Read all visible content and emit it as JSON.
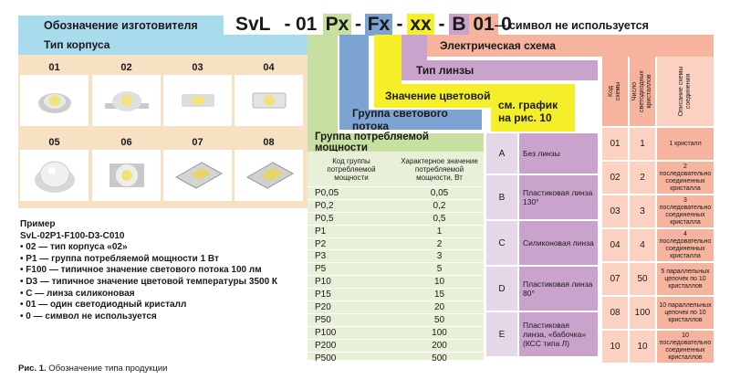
{
  "code": {
    "label": "Обозначение изготовителя",
    "parts": [
      "SvL",
      "-",
      "01",
      "Px",
      "-",
      "Fx",
      "-",
      "xx",
      "-",
      "B",
      "01",
      "0"
    ],
    "unused": "— символ не используется"
  },
  "labels": {
    "housing": "Тип корпуса",
    "scheme": "Электрическая схема",
    "lens": "Тип линзы",
    "cct": "Значение цветовой температуры",
    "cct_note_1": "см. график",
    "cct_note_2": "на рис. 10",
    "flux": "Группа светового потока",
    "power": "Группа потребляемой мощности"
  },
  "housings": [
    "01",
    "02",
    "03",
    "04",
    "05",
    "06",
    "07",
    "08"
  ],
  "power_table": {
    "head_code": "Код группы потребляемой мощности",
    "head_value": "Характерное значение потребляемой мощности, Вт",
    "rows": [
      [
        "P0,05",
        "0,05"
      ],
      [
        "P0,2",
        "0,2"
      ],
      [
        "P0,5",
        "0,5"
      ],
      [
        "P1",
        "1"
      ],
      [
        "P2",
        "2"
      ],
      [
        "P3",
        "3"
      ],
      [
        "P5",
        "5"
      ],
      [
        "P10",
        "10"
      ],
      [
        "P15",
        "15"
      ],
      [
        "P20",
        "20"
      ],
      [
        "P50",
        "50"
      ],
      [
        "P100",
        "100"
      ],
      [
        "P200",
        "200"
      ],
      [
        "P500",
        "500"
      ]
    ]
  },
  "lens_table": [
    {
      "code": "A",
      "desc": "Без линзы"
    },
    {
      "code": "B",
      "desc": "Пластиковая линза 130°"
    },
    {
      "code": "C",
      "desc": "Силиконовая линза"
    },
    {
      "code": "D",
      "desc": "Пластиковая линза 80°"
    },
    {
      "code": "E",
      "desc": "Пластиковая линза, «бабочка» (КСС типа Л)"
    }
  ],
  "scheme_table": {
    "head_code": "Код схемы",
    "head_count": "Число светодиодных кристаллов",
    "head_desc": "Описание схемы соединения",
    "rows": [
      {
        "code": "01",
        "count": "1",
        "desc": "1 кристалл"
      },
      {
        "code": "02",
        "count": "2",
        "desc": "2 последовательно соединенных кристалла"
      },
      {
        "code": "03",
        "count": "3",
        "desc": "3 последовательно соединенных кристалла"
      },
      {
        "code": "04",
        "count": "4",
        "desc": "4 последовательно соединенных кристалла"
      },
      {
        "code": "07",
        "count": "50",
        "desc": "5 параллельных цепочек по 10 кристаллов"
      },
      {
        "code": "08",
        "count": "100",
        "desc": "10 параллельных цепочек по 10 кристаллов"
      },
      {
        "code": "10",
        "count": "10",
        "desc": "10 последовательно соединенных кристаллов"
      }
    ]
  },
  "example": {
    "title": "Пример",
    "code": "SvL-02P1-F100-D3-C010",
    "lines": [
      "• 02 — тип корпуса «02»",
      "• P1 — группа потребляемой мощности 1 Вт",
      "• F100 — типичное значение светового потока 100 лм",
      "• D3 — типичное значение цветовой температуры 3500 К",
      "• С — линза силиконовая",
      "• 01 — один светодиодный кристалл",
      "• 0 — символ не используется"
    ]
  },
  "caption": {
    "bold": "Рис. 1.",
    "text": " Обозначение типа продукции"
  },
  "colors": {
    "blue": "#a8dcec",
    "cream": "#f7e1c3",
    "peach": "#f6b39d",
    "green": "#c7dfa0",
    "purple": "#c9a3cb",
    "yellow": "#f4ef28",
    "flux_blue": "#7da3d3"
  }
}
